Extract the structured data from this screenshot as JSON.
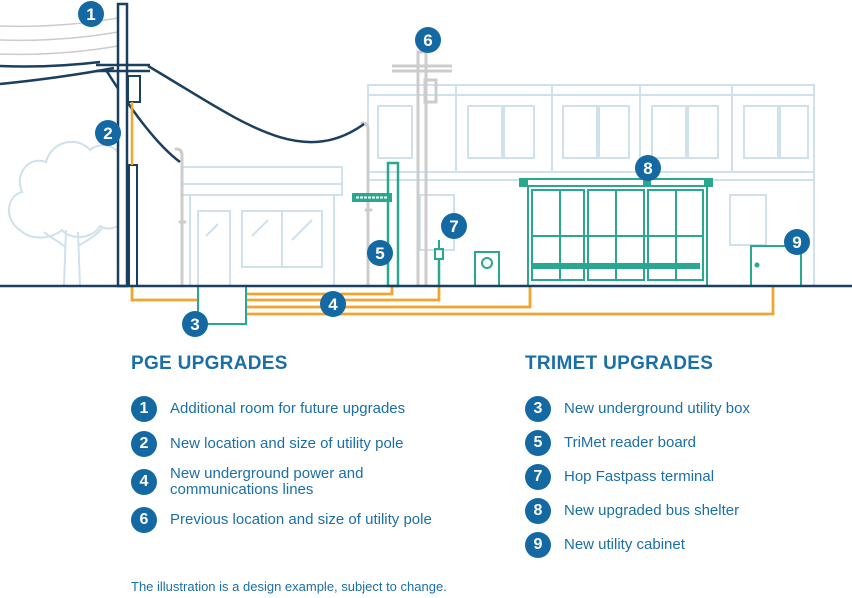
{
  "pge": {
    "title": "PGE UPGRADES",
    "items": [
      {
        "num": "1",
        "label": "Additional room for future upgrades"
      },
      {
        "num": "2",
        "label": "New location and size of utility pole"
      },
      {
        "num": "4",
        "label": "New underground power and communications lines"
      },
      {
        "num": "6",
        "label": "Previous location and size of utility pole"
      }
    ]
  },
  "trimet": {
    "title": "TRIMET UPGRADES",
    "items": [
      {
        "num": "3",
        "label": "New underground utility box"
      },
      {
        "num": "5",
        "label": "TriMet reader board"
      },
      {
        "num": "7",
        "label": "Hop Fastpass terminal"
      },
      {
        "num": "8",
        "label": "New upgraded bus shelter"
      },
      {
        "num": "9",
        "label": "New utility cabinet"
      }
    ]
  },
  "caption": "The illustration is a design example, subject to change.",
  "markers": {
    "m1": "1",
    "m2": "2",
    "m3": "3",
    "m4": "4",
    "m5": "5",
    "m6": "6",
    "m7": "7",
    "m8": "8",
    "m9": "9"
  },
  "colors": {
    "navy": "#1469a3",
    "title_blue": "#1a6fa6",
    "teal": "#2aa88f",
    "orange": "#f2a52e",
    "background_outline": "#cfe1ea",
    "ghost_pole": "#cccccc"
  }
}
